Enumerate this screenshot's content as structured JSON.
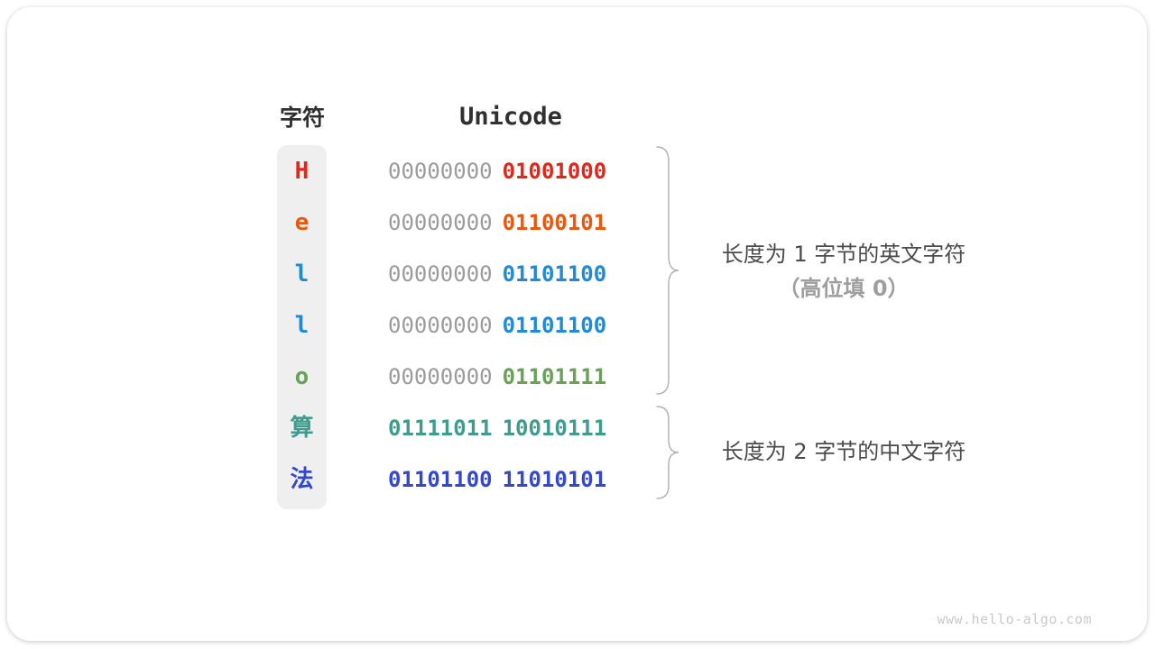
{
  "page": {
    "watermark": "www.hello-algo.com"
  },
  "palette": {
    "red": "#e3261a",
    "orange": "#e95810",
    "blue": "#1f8ad6",
    "green": "#67a357",
    "teal": "#3f9b8c",
    "indigo": "#3347d1",
    "gray": "#9b9b9b",
    "header": "#303030",
    "annotation-dark": "#4b4b4b",
    "annotation-light": "#9e9e9e",
    "brace": "#b3b3b3",
    "char-col-bg": "#efefef",
    "watermark": "#c9c9c9"
  },
  "table": {
    "char_header": "字符",
    "unicode_header": "Unicode",
    "rows": [
      {
        "char": "H",
        "char_color": "red",
        "bytes": [
          {
            "text": "00000000",
            "color": "gray"
          },
          {
            "text": "01001000",
            "color": "red"
          }
        ]
      },
      {
        "char": "e",
        "char_color": "orange",
        "bytes": [
          {
            "text": "00000000",
            "color": "gray"
          },
          {
            "text": "01100101",
            "color": "orange"
          }
        ]
      },
      {
        "char": "l",
        "char_color": "blue",
        "bytes": [
          {
            "text": "00000000",
            "color": "gray"
          },
          {
            "text": "01101100",
            "color": "blue"
          }
        ]
      },
      {
        "char": "l",
        "char_color": "blue",
        "bytes": [
          {
            "text": "00000000",
            "color": "gray"
          },
          {
            "text": "01101100",
            "color": "blue"
          }
        ]
      },
      {
        "char": "o",
        "char_color": "green",
        "bytes": [
          {
            "text": "00000000",
            "color": "gray"
          },
          {
            "text": "01101111",
            "color": "green"
          }
        ]
      },
      {
        "char": "算",
        "char_color": "teal",
        "bytes": [
          {
            "text": "01111011",
            "color": "teal"
          },
          {
            "text": "10010111",
            "color": "teal"
          }
        ]
      },
      {
        "char": "法",
        "char_color": "indigo",
        "bytes": [
          {
            "text": "01101100",
            "color": "indigo"
          },
          {
            "text": "11010101",
            "color": "indigo"
          }
        ]
      }
    ]
  },
  "annotations": {
    "group1_line1": "长度为 1 字节的英文字符",
    "group1_line2": "（高位填 0）",
    "group2_line1": "长度为 2 字节的中文字符"
  }
}
